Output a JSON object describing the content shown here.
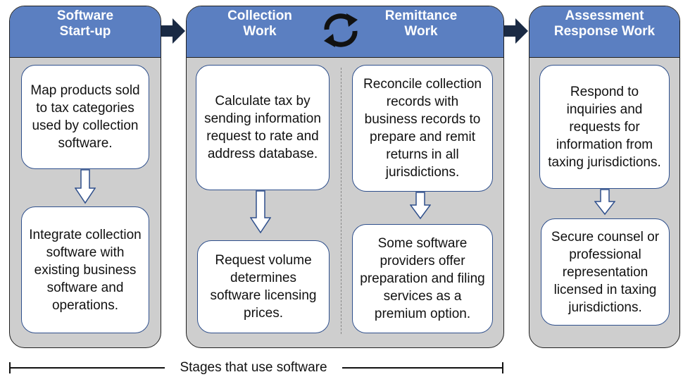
{
  "stages": {
    "software_startup": {
      "title": "Software\nStart-up",
      "step1": "Map products sold to tax categories used by collection software.",
      "step2": "Integrate collection software with existing business software and operations."
    },
    "collection": {
      "title": "Collection\nWork",
      "step1": "Calculate tax by sending information request to rate and address database.",
      "step2": "Request volume determines software licensing prices."
    },
    "remittance": {
      "title": "Remittance\nWork",
      "step1": "Reconcile collection records with business records to prepare and remit returns in all jurisdictions.",
      "step2": "Some software providers offer preparation and filing services as a premium option."
    },
    "assessment": {
      "title": "Assessment\nResponse Work",
      "step1": "Respond to inquiries and requests for information from taxing jurisdictions.",
      "step2": "Secure counsel or professional representation licensed in taxing jurisdictions."
    }
  },
  "footer": {
    "caption": "Stages that use software"
  },
  "icons": {
    "cycle": "cycle-arrows-icon",
    "flow": "arrow-right-icon"
  },
  "colors": {
    "header_blue": "#5b7fc1",
    "panel_gray": "#cecece",
    "box_border": "#2e4f8c",
    "flow_arrow": "#1a2a44"
  }
}
